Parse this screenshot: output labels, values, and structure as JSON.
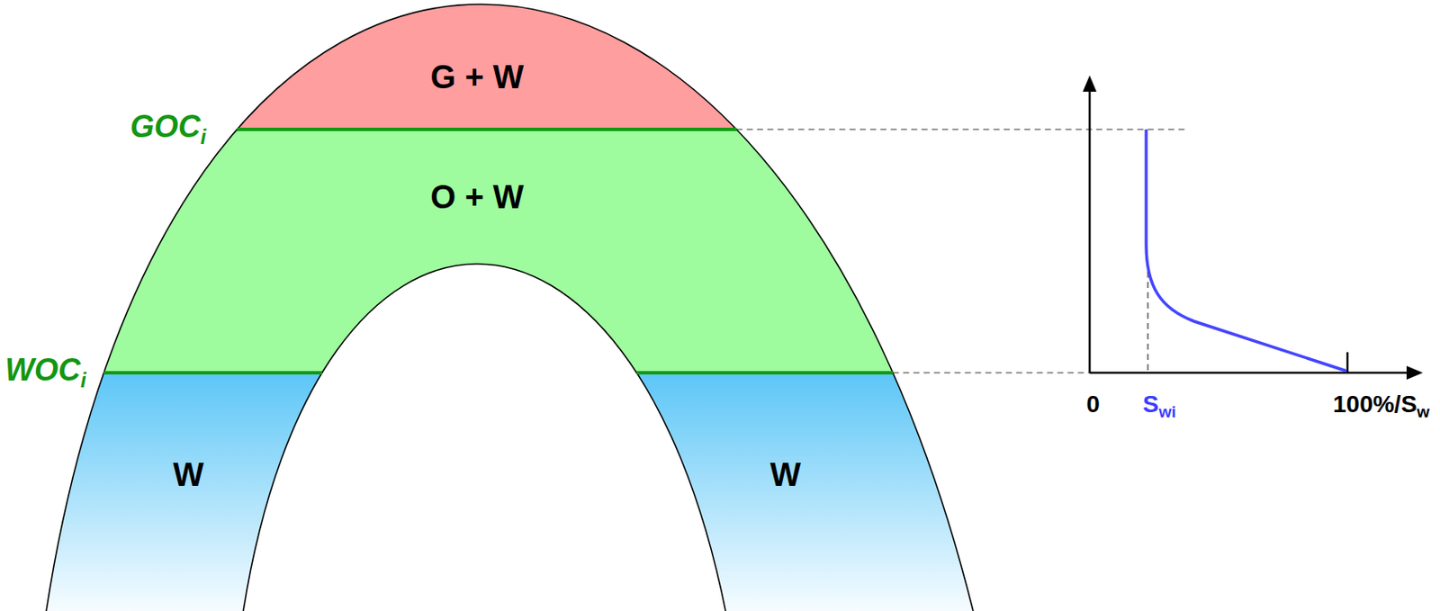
{
  "diagram": {
    "nodes": [
      {
        "text": [
          "G + W"
        ]
      },
      {
        "text": [
          "O + W"
        ]
      },
      {
        "text": [
          "W"
        ]
      },
      {
        "text": [
          "W"
        ]
      }
    ],
    "labels": [
      "GOC",
      "i",
      "WOC",
      "i",
      "0",
      "S",
      "wi",
      "100%/S",
      "w"
    ]
  }
}
